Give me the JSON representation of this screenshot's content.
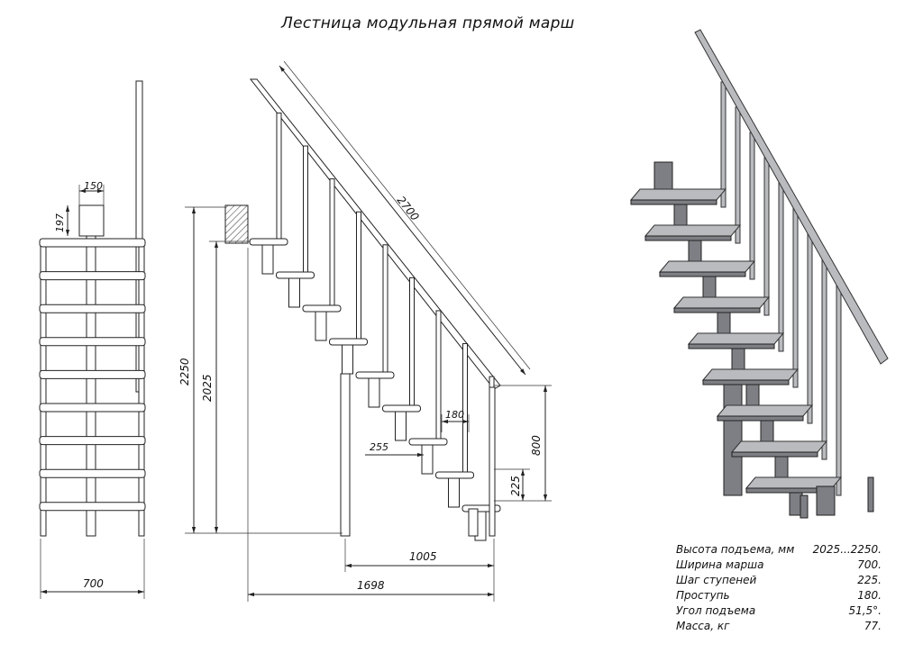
{
  "title": "Лестница модульная прямой марш",
  "dimensions": {
    "bracket_width": "150",
    "bracket_height": "197",
    "front_width": "700",
    "total_height": "2250",
    "floor_height": "2025",
    "rail_length": "2700",
    "tread_depth": "180",
    "step_offset": "255",
    "step_rise": "225",
    "rail_height": "800",
    "post_distance": "1005",
    "total_length": "1698"
  },
  "specs": [
    {
      "label": "Высота подъема, мм",
      "value": "2025...2250."
    },
    {
      "label": "Ширина марша",
      "value": "700."
    },
    {
      "label": "Шаг ступеней",
      "value": "225."
    },
    {
      "label": "Проступь",
      "value": "180."
    },
    {
      "label": "Угол подъема",
      "value": "51,5°."
    },
    {
      "label": "Масса, кг",
      "value": "77."
    }
  ]
}
